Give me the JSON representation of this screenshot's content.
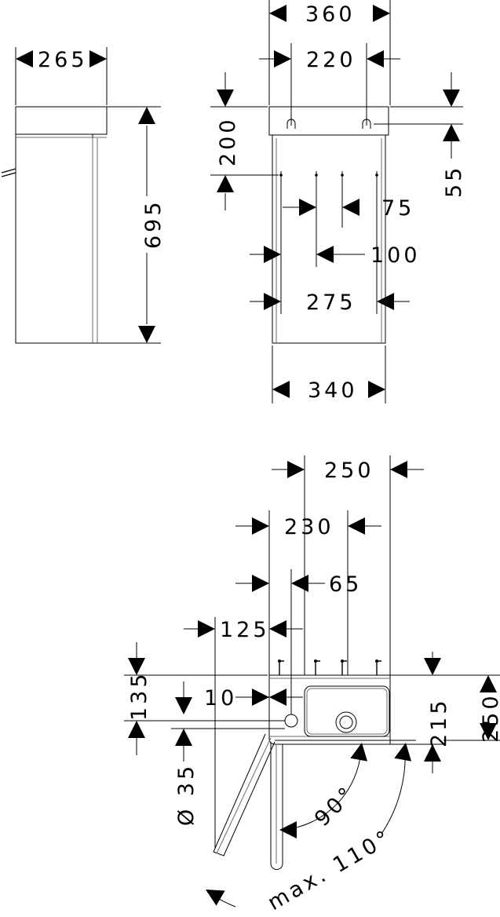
{
  "drawing": {
    "side_view": {
      "width": "265",
      "height": "695"
    },
    "front_view": {
      "overall_width": "360",
      "hole_spacing": "220",
      "hole_drop": "200",
      "hole_height": "55",
      "inner_spacing": "75",
      "outer_spacing": "100",
      "rail_width": "275",
      "cabinet_width": "340"
    },
    "plan_view": {
      "depth_250_width": "250",
      "depth_230": "230",
      "offset_65": "65",
      "offset_125": "125",
      "offset_135": "135",
      "offset_10": "10",
      "bowl_depth": "215",
      "overall_depth": "250",
      "drain_diameter": "Ø 35",
      "door_angle": "90°",
      "door_max_angle": "max. 110°"
    }
  }
}
